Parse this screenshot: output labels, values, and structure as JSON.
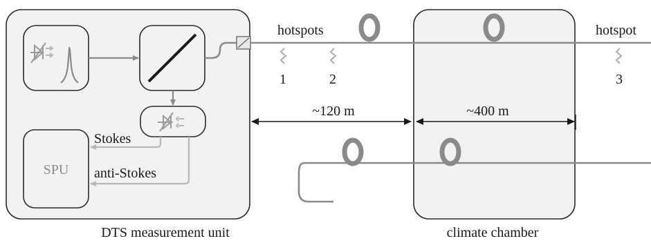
{
  "labels": {
    "dts_unit": "DTS measurement unit",
    "climate_chamber": "climate chamber",
    "spu": "SPU",
    "stokes": "Stokes",
    "anti_stokes": "anti-Stokes",
    "hotspots": "hotspots",
    "hotspot": "hotspot",
    "hotspot_1": "1",
    "hotspot_2": "2",
    "hotspot_3": "3",
    "distance_1": "~120 m",
    "distance_2": "~400 m"
  },
  "colors": {
    "box_fill": "#f2f2f2",
    "box_stroke": "#2b2b2b",
    "fiber": "#8a8a8a",
    "light_path": "#b3b3b3",
    "text": "#1a1a1a"
  }
}
